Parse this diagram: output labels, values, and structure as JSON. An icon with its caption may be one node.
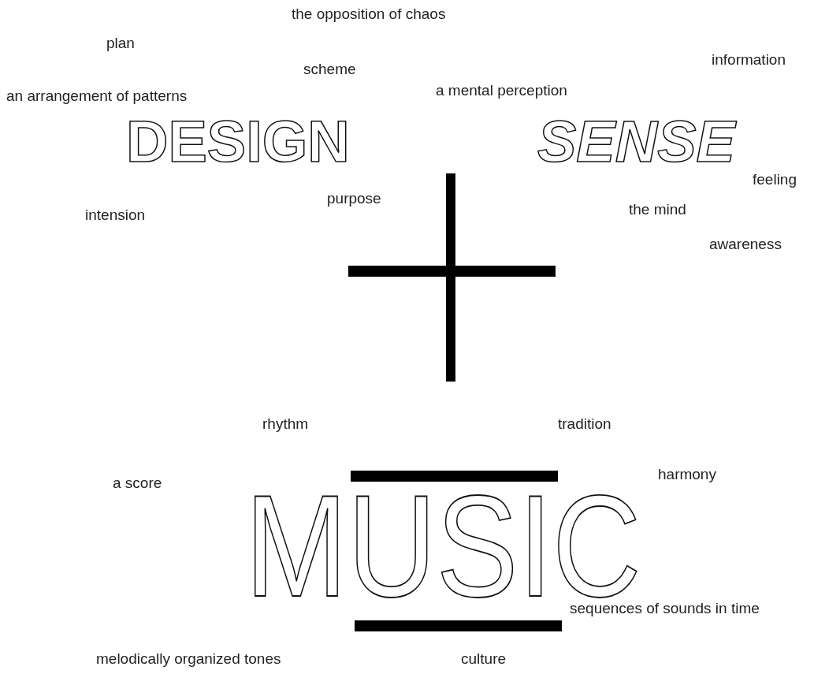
{
  "diagram": {
    "nodes": [
      {
        "text": [],
        "shape": "bar"
      },
      {
        "text": [],
        "shape": "bar"
      }
    ],
    "labels": [
      "the opposition of chaos",
      "plan",
      "information",
      "scheme",
      "a mental perception",
      "an arrangement of patterns",
      "DESIGN",
      "SENSE",
      "feeling",
      "purpose",
      "intension",
      "the mind",
      "awareness",
      "rhythm",
      "tradition",
      "harmony",
      "a score",
      "MUSIC",
      "sequences of sounds in time",
      "melodically organized tones",
      "culture"
    ]
  }
}
